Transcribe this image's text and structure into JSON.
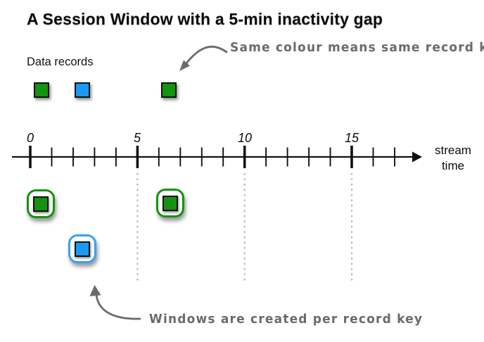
{
  "title": "A Session Window with a 5-min inactivity gap",
  "legend": {
    "label": "Data records"
  },
  "annotations": {
    "same_colour": "Same colour means same record key",
    "windows_created": "Windows are created per record key"
  },
  "timeline": {
    "tick_labels": [
      "0",
      "5",
      "10",
      "15"
    ],
    "axis_label_line1": "stream",
    "axis_label_line2": "time",
    "minor_ticks_between_majors": 4,
    "minor_ticks_after_last_major": 2,
    "inactivity_gap_minutes": 5,
    "gridlines_at": [
      5,
      10,
      15
    ]
  },
  "records": [
    {
      "key": "green",
      "stream_time": 0.5
    },
    {
      "key": "blue",
      "stream_time": 2.4
    },
    {
      "key": "green",
      "stream_time": 6.5
    }
  ],
  "session_windows": [
    {
      "key": "green",
      "record_stream_time": 0.5
    },
    {
      "key": "green",
      "record_stream_time": 6.5
    },
    {
      "key": "blue",
      "record_stream_time": 2.4
    }
  ],
  "colors": {
    "green": "#13930f",
    "blue": "#189af2",
    "blue_border": "#35a3f1",
    "annotation": "#6b6b6b",
    "dotted": "#b5b5b5",
    "axis": "#111111"
  }
}
